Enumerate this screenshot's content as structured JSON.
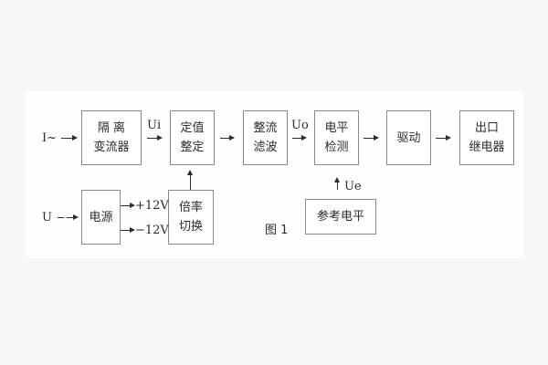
{
  "figure": {
    "caption": "图 1"
  },
  "blocks": {
    "isolation_converter": {
      "line1": "隔 离",
      "line2": "变流器"
    },
    "setting_adjustment": {
      "line1": "定值",
      "line2": "整定"
    },
    "rectifier_filter": {
      "line1": "整流",
      "line2": "滤波"
    },
    "level_detector": {
      "line1": "电平",
      "line2": "检测"
    },
    "driver": {
      "label": "驱动"
    },
    "output_relay": {
      "line1": "出口",
      "line2": "继电器"
    },
    "power_supply": {
      "label": "电源"
    },
    "ratio_switch": {
      "line1": "倍率",
      "line2": "切换"
    },
    "reference_level": {
      "label": "参考电平"
    }
  },
  "labels": {
    "input_current": "I~",
    "input_voltage": "U",
    "ui": "Ui",
    "uo": "Uo",
    "ue": "Ue",
    "plus_12v": "+12V",
    "minus_12v": "−12V"
  },
  "colors": {
    "page_background": "#f7f7f7",
    "figure_background": "#fefefe",
    "box_border": "#8a8a8a",
    "text": "#2b2b2b",
    "line": "#2b2b2b"
  }
}
